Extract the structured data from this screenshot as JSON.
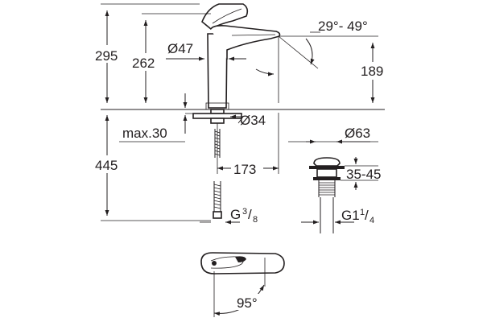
{
  "drawing": {
    "dimensions": {
      "overall_height": "295",
      "spout_height": "262",
      "base_diameter": "Ø47",
      "lever_angle": "29°- 49°",
      "outlet_height": "189",
      "max_deck_thickness": "max.30",
      "hole_diameter": "Ø34",
      "below_deck": "445",
      "projection": "173",
      "connection_base": "G",
      "connection_num": "3",
      "connection_den": "8",
      "waste_diameter": "Ø63",
      "waste_height": "35-45",
      "waste_thread_base": "G1",
      "waste_thread_num": "1",
      "waste_thread_den": "4",
      "rotation_angle": "95°"
    },
    "colors": {
      "line": "#231f20",
      "background": "#ffffff"
    }
  }
}
